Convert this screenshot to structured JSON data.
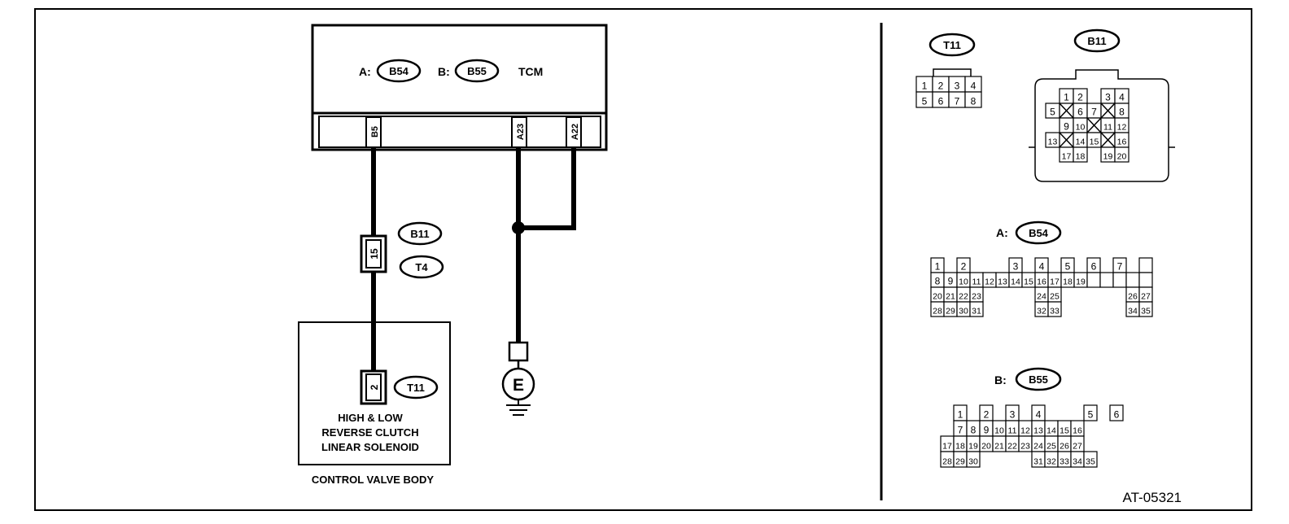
{
  "tcm": {
    "label_a": "A:",
    "conn_a": "B54",
    "label_b": "B:",
    "conn_b": "B55",
    "name": "TCM"
  },
  "tcm_pins": {
    "b5": "B5",
    "a23": "A23",
    "a22": "A22"
  },
  "inline": {
    "pin": "15",
    "conn1": "B11",
    "conn2": "T4"
  },
  "solenoid": {
    "pin": "2",
    "conn": "T11",
    "line1": "HIGH & LOW",
    "line2": "REVERSE CLUTCH",
    "line3": "LINEAR SOLENOID"
  },
  "body_label": "CONTROL VALVE BODY",
  "ground_label": "E",
  "legend": {
    "t11": {
      "name": "T11",
      "rows": [
        [
          "1",
          "2",
          "3",
          "4"
        ],
        [
          "5",
          "6",
          "7",
          "8"
        ]
      ]
    },
    "b11": {
      "name": "B11",
      "rows": [
        [
          "1",
          "2",
          "3",
          "4"
        ],
        [
          "5",
          "6",
          "7",
          "8"
        ],
        [
          "9",
          "10",
          "11",
          "12"
        ],
        [
          "13",
          "14",
          "15",
          "16"
        ],
        [
          "17",
          "18",
          "19",
          "20"
        ]
      ]
    },
    "b54": {
      "prefix": "A:",
      "name": "B54",
      "rows": [
        [
          "1",
          "2",
          "3",
          "4",
          "5",
          "6",
          "7"
        ],
        [
          "8",
          "9",
          "10",
          "11",
          "12",
          "13",
          "14",
          "15",
          "16",
          "17",
          "18",
          "19"
        ],
        [
          "20",
          "21",
          "22",
          "23",
          "24",
          "25",
          "26",
          "27"
        ],
        [
          "28",
          "29",
          "30",
          "31",
          "32",
          "33",
          "34",
          "35"
        ]
      ]
    },
    "b55": {
      "prefix": "B:",
      "name": "B55",
      "rows": [
        [
          "1",
          "2",
          "3",
          "4",
          "5",
          "6"
        ],
        [
          "7",
          "8",
          "9",
          "10",
          "11",
          "12",
          "13",
          "14",
          "15",
          "16"
        ],
        [
          "17",
          "18",
          "19",
          "20",
          "21",
          "22",
          "23",
          "24",
          "25",
          "26",
          "27"
        ],
        [
          "28",
          "29",
          "30",
          "31",
          "32",
          "33",
          "34",
          "35"
        ]
      ]
    }
  },
  "figure_id": "AT-05321"
}
